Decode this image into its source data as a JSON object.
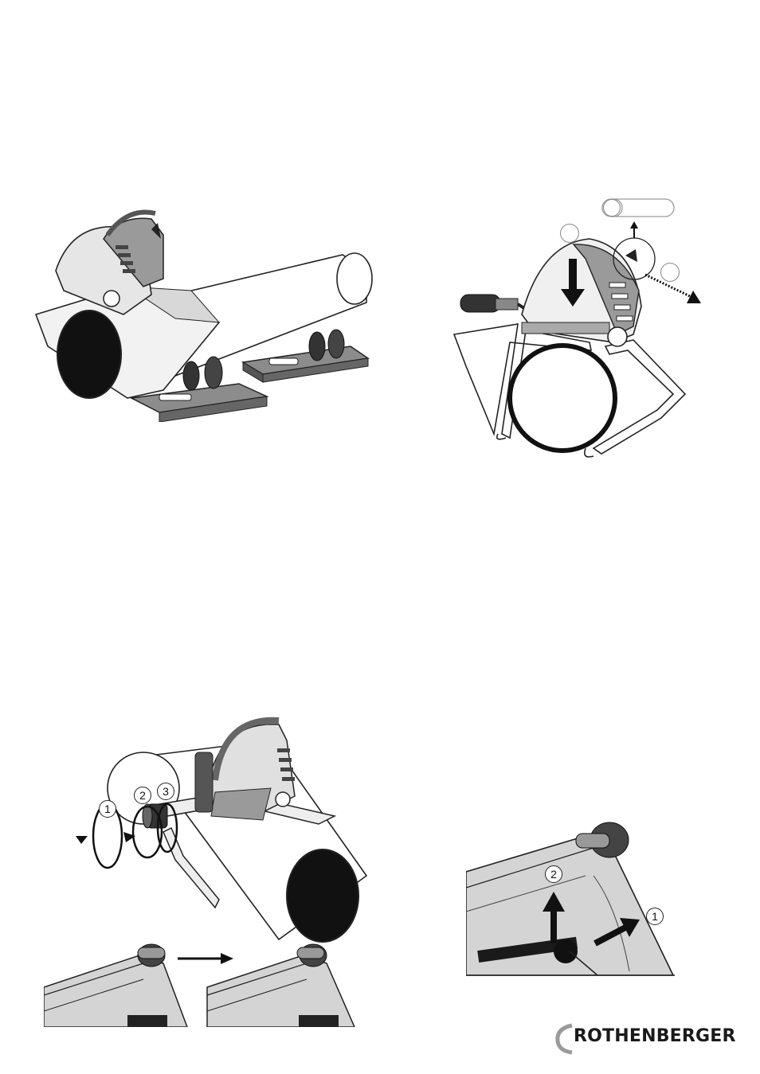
{
  "figures": [
    {
      "id": "saw-on-pipe-with-roller-stands",
      "labels": []
    },
    {
      "id": "blade-guard-cross-section",
      "labels": [
        "",
        "",
        ""
      ]
    },
    {
      "id": "clamping-chain-tensioning",
      "labels": [
        "1",
        "2",
        "3"
      ]
    },
    {
      "id": "blade-lock-detail",
      "labels": [
        "1",
        "2"
      ]
    }
  ],
  "brand": {
    "name": "ROTHENBERGER",
    "accent": "#9a9a9a"
  }
}
